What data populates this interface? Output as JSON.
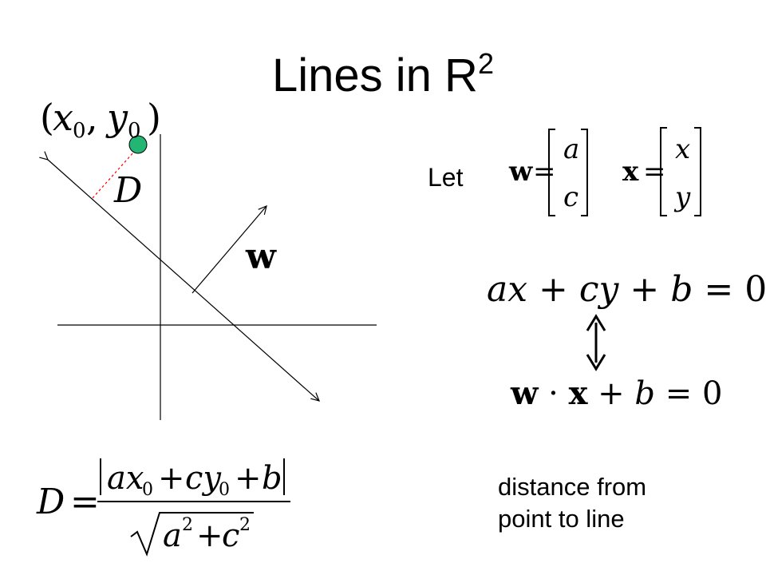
{
  "title": {
    "text": "Lines in R",
    "sup": "2"
  },
  "diagram": {
    "point_label": "(x0, y0)",
    "distance_label": "D",
    "normal_label": "w",
    "point_color": "#22b573",
    "distance_color": "#ff0000"
  },
  "definitions": {
    "let": "Let",
    "w_vector": {
      "name": "w",
      "top": "a",
      "bottom": "c"
    },
    "x_vector": {
      "name": "x",
      "top": "x",
      "bottom": "y"
    }
  },
  "equations": {
    "line": "ax + cy + b = 0",
    "equivalence_icon": "double-arrow-vertical",
    "dot_form": "w · x + b = 0",
    "distance_formula": "D = |ax0 + cy0 + b| / sqrt(a^2 + c^2)"
  },
  "caption": {
    "line1": "distance from",
    "line2": "point to line"
  }
}
